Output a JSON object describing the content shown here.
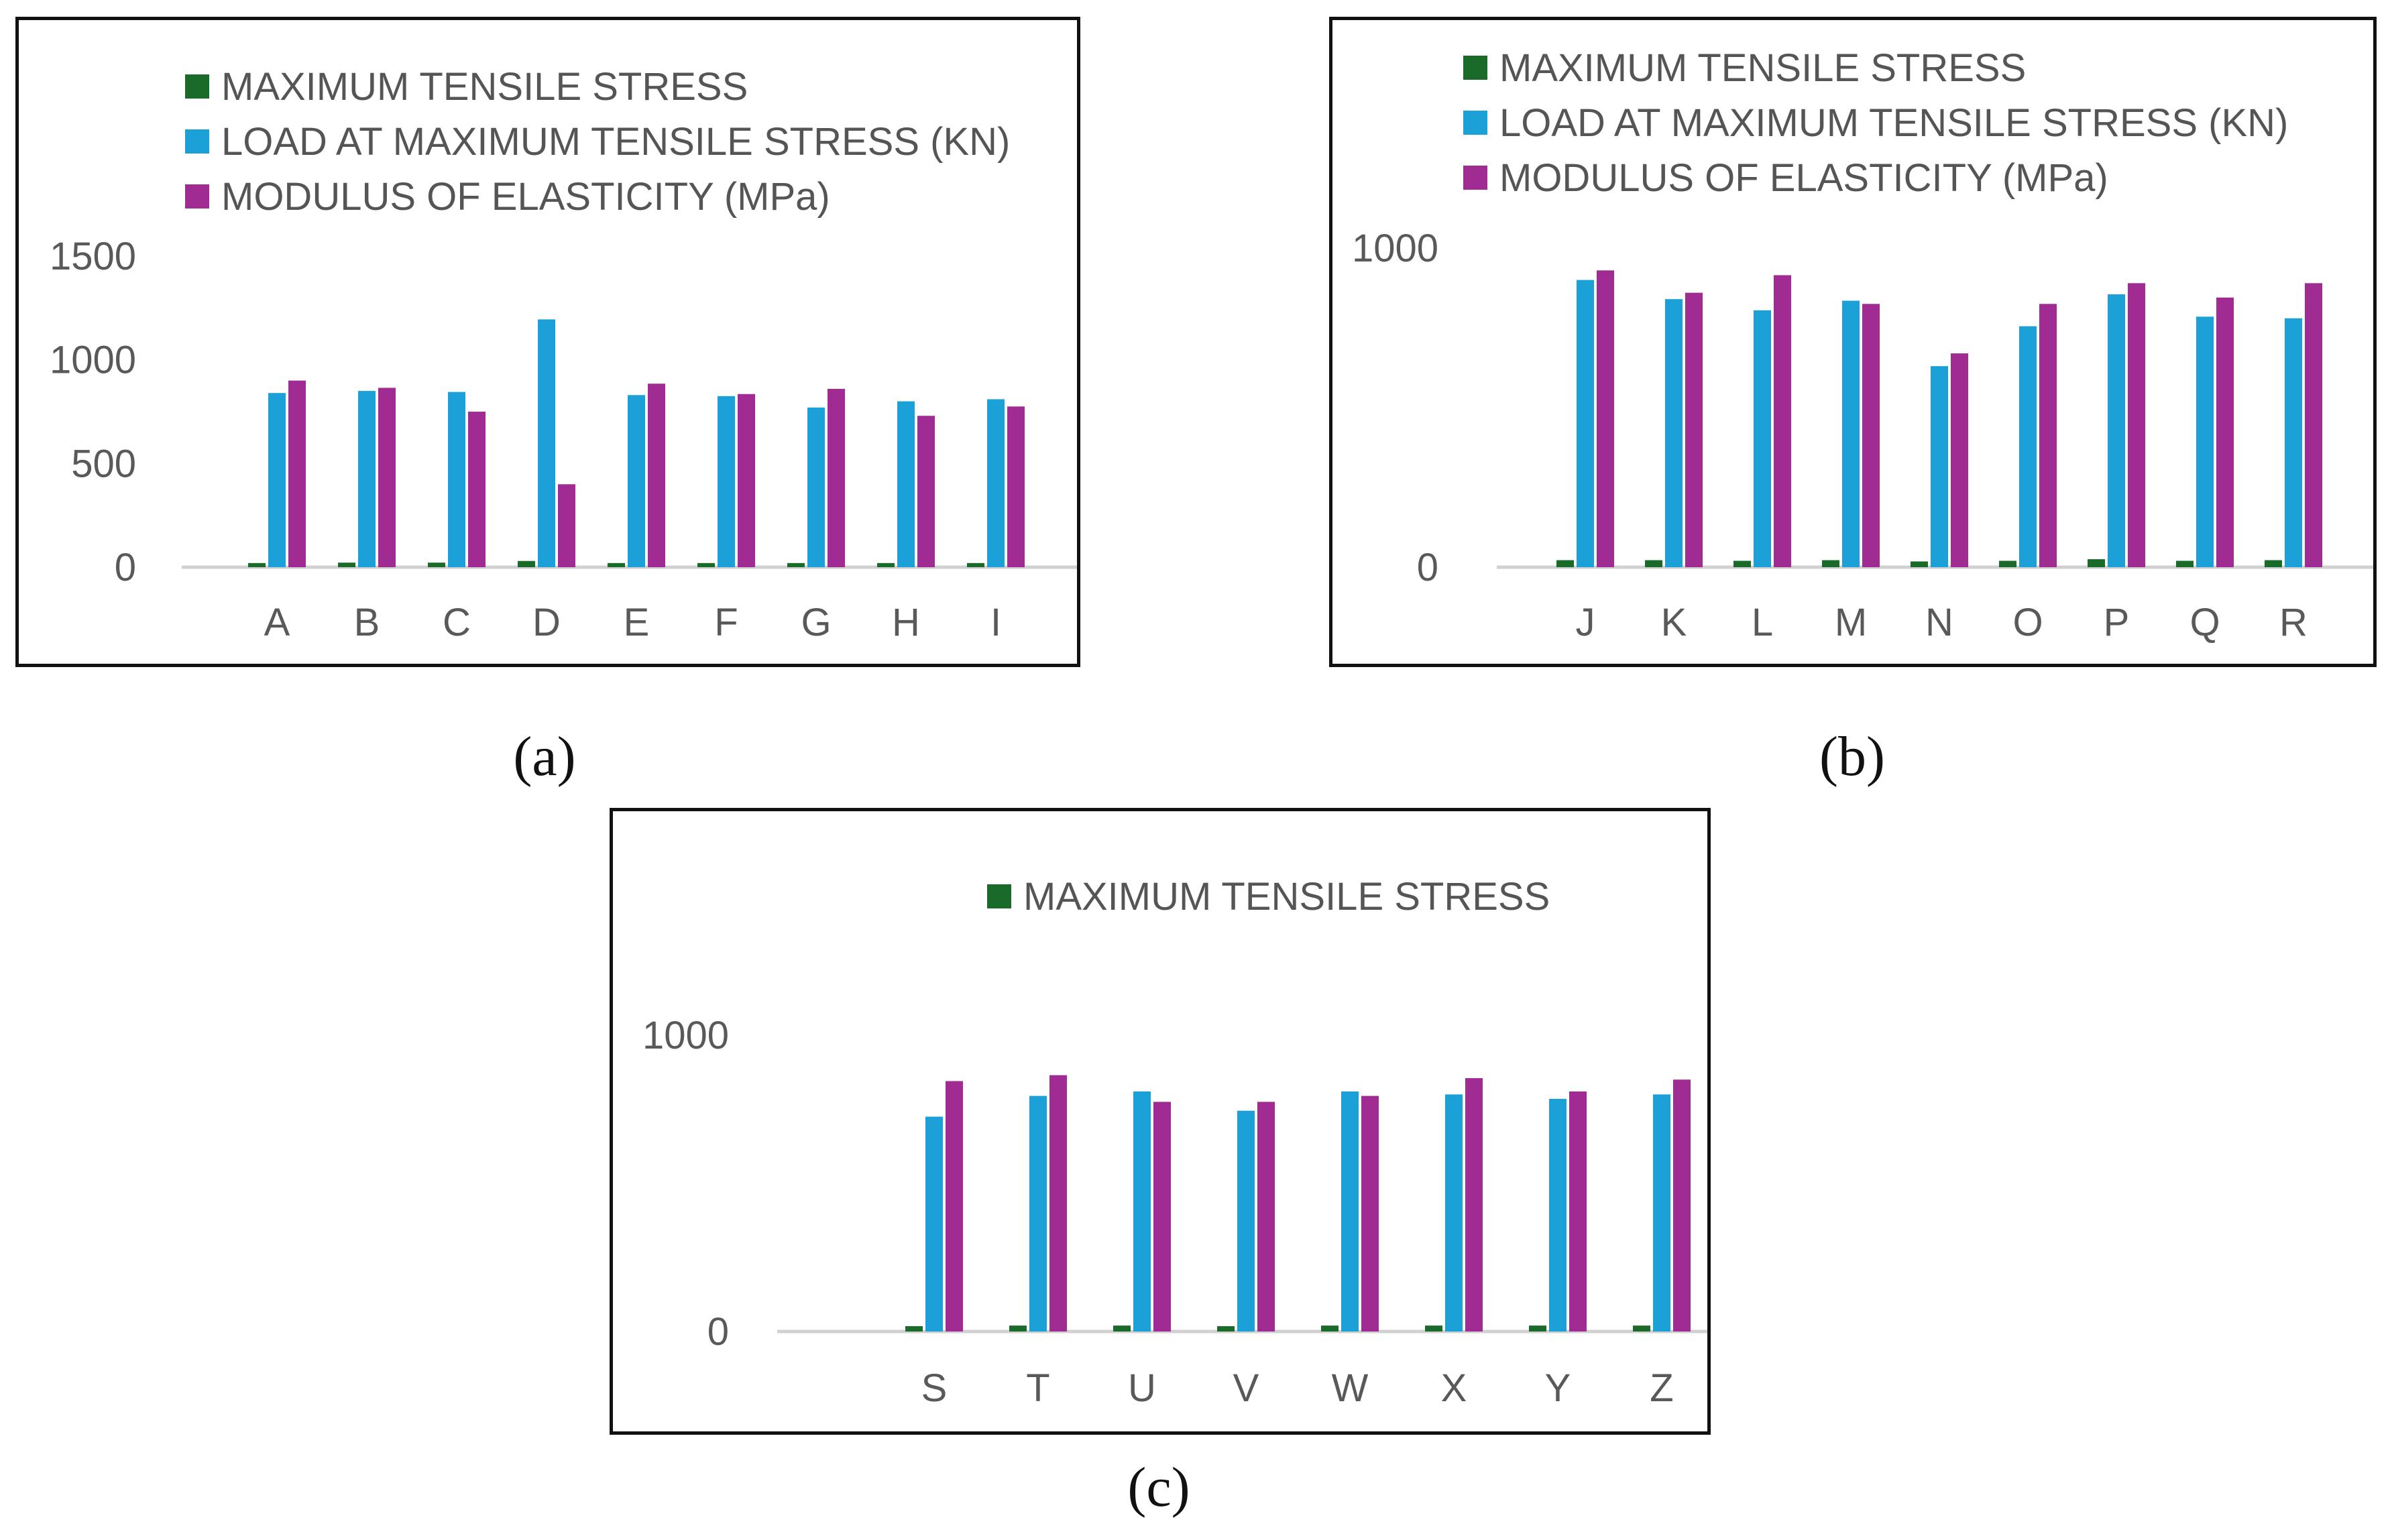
{
  "colors": {
    "stress": "#1a6b2a",
    "load": "#1ba1d8",
    "modulus": "#a02b93",
    "axis": "#d0d0d0",
    "text": "#595959"
  },
  "chart_data": [
    {
      "panel": "a",
      "caption": "(a)",
      "type": "bar",
      "legend": [
        "MAXIMUM TENSILE STRESS",
        "LOAD AT MAXIMUM TENSILE STRESS (KN)",
        "MODULUS OF ELASTICITY (MPa)"
      ],
      "categories": [
        "A",
        "B",
        "C",
        "D",
        "E",
        "F",
        "G",
        "H",
        "I"
      ],
      "yticks": [
        0,
        500,
        1000,
        1500
      ],
      "ylim": [
        0,
        1500
      ],
      "series": [
        {
          "name": "MAXIMUM TENSILE STRESS",
          "color_key": "stress",
          "values": [
            20,
            22,
            22,
            30,
            20,
            20,
            20,
            20,
            20
          ]
        },
        {
          "name": "LOAD AT MAXIMUM TENSILE STRESS (KN)",
          "color_key": "load",
          "values": [
            840,
            850,
            845,
            1195,
            830,
            825,
            770,
            800,
            810
          ]
        },
        {
          "name": "MODULUS OF ELASTICITY (MPa)",
          "color_key": "modulus",
          "values": [
            900,
            865,
            750,
            400,
            885,
            835,
            860,
            730,
            775
          ]
        }
      ]
    },
    {
      "panel": "b",
      "caption": "(b)",
      "type": "bar",
      "legend": [
        "MAXIMUM TENSILE STRESS",
        "LOAD AT MAXIMUM TENSILE STRESS (KN)",
        "MODULUS OF ELASTICITY (MPa)"
      ],
      "categories": [
        "J",
        "K",
        "L",
        "M",
        "N",
        "O",
        "P",
        "Q",
        "R"
      ],
      "yticks": [
        0,
        1000
      ],
      "ylim": [
        0,
        1000
      ],
      "series": [
        {
          "name": "MAXIMUM TENSILE STRESS",
          "color_key": "stress",
          "values": [
            22,
            22,
            20,
            22,
            18,
            20,
            25,
            20,
            22
          ]
        },
        {
          "name": "LOAD AT MAXIMUM TENSILE STRESS (KN)",
          "color_key": "load",
          "values": [
            900,
            840,
            805,
            835,
            630,
            755,
            855,
            785,
            780
          ]
        },
        {
          "name": "MODULUS OF ELASTICITY (MPa)",
          "color_key": "modulus",
          "values": [
            930,
            860,
            915,
            825,
            670,
            825,
            890,
            845,
            890
          ]
        }
      ]
    },
    {
      "panel": "c",
      "caption": "(c)",
      "type": "bar",
      "legend": [
        "MAXIMUM TENSILE STRESS"
      ],
      "categories": [
        "S",
        "T",
        "U",
        "V",
        "W",
        "X",
        "Y",
        "Z"
      ],
      "yticks": [
        0,
        1000
      ],
      "ylim": [
        0,
        1000
      ],
      "series": [
        {
          "name": "MAXIMUM TENSILE STRESS",
          "color_key": "stress",
          "values": [
            18,
            20,
            20,
            18,
            20,
            20,
            20,
            20
          ]
        },
        {
          "name": "",
          "color_key": "load",
          "values": [
            725,
            795,
            810,
            745,
            810,
            800,
            785,
            800
          ]
        },
        {
          "name": "",
          "color_key": "modulus",
          "values": [
            845,
            865,
            775,
            775,
            795,
            855,
            810,
            850
          ]
        }
      ]
    }
  ]
}
